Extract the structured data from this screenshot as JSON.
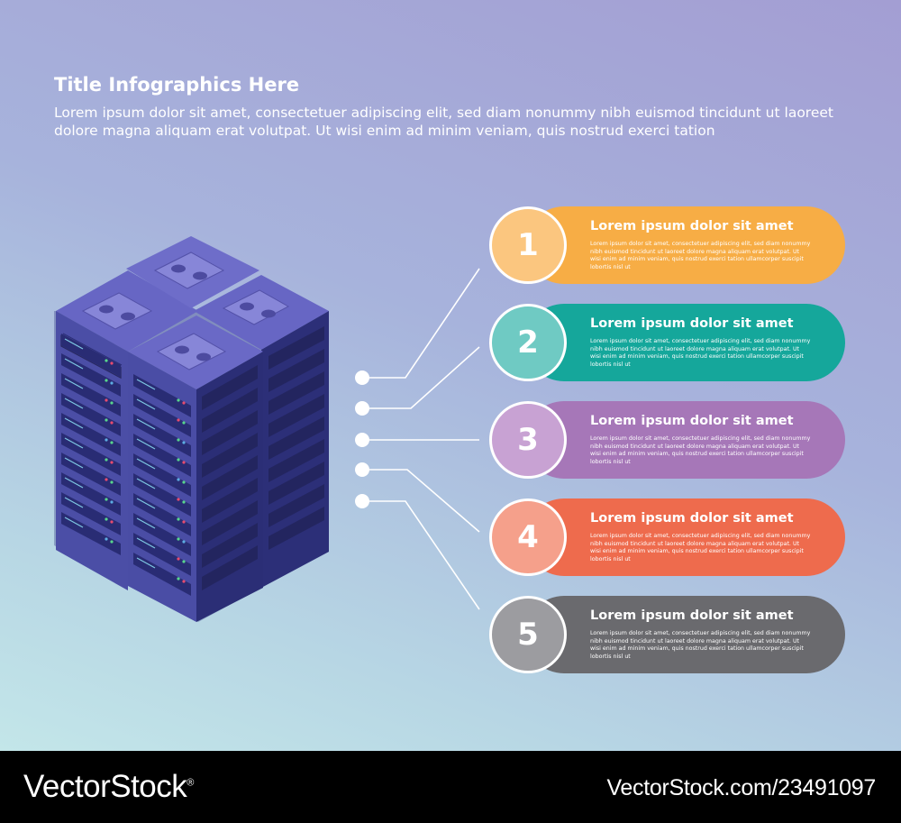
{
  "header": {
    "title": "Title Infographics Here",
    "subtitle": "Lorem ipsum dolor sit amet, consectetuer adipiscing elit, sed diam nonummy nibh euismod tincidunt ut laoreet dolore magna aliquam erat volutpat. Ut wisi enim ad minim veniam, quis nostrud exerci tation"
  },
  "illustration": {
    "icon": "server-rack-icon"
  },
  "steps": [
    {
      "number": "1",
      "heading": "Lorem ipsum dolor sit amet",
      "body": "Lorem ipsum dolor sit amet, consectetuer adipiscing elit, sed diam nonummy nibh euismod tincidunt ut laoreet dolore magna aliquam erat volutpat. Ut wisi enim ad minim veniam, quis nostrud exerci tation ullamcorper suscipit lobortis nisl ut",
      "color": "#f7ad45",
      "circle_color": "#fbc67f"
    },
    {
      "number": "2",
      "heading": "Lorem ipsum dolor sit amet",
      "body": "Lorem ipsum dolor sit amet, consectetuer adipiscing elit, sed diam nonummy nibh euismod tincidunt ut laoreet dolore magna aliquam erat volutpat. Ut wisi enim ad minim veniam, quis nostrud exerci tation ullamcorper suscipit lobortis nisl ut",
      "color": "#15a79b",
      "circle_color": "#6fcac3"
    },
    {
      "number": "3",
      "heading": "Lorem ipsum dolor sit amet",
      "body": "Lorem ipsum dolor sit amet, consectetuer adipiscing elit, sed diam nonummy nibh euismod tincidunt ut laoreet dolore magna aliquam erat volutpat. Ut wisi enim ad minim veniam, quis nostrud exerci tation ullamcorper suscipit lobortis nisl ut",
      "color": "#a677b8",
      "circle_color": "#c8a2d3"
    },
    {
      "number": "4",
      "heading": "Lorem ipsum dolor sit amet",
      "body": "Lorem ipsum dolor sit amet, consectetuer adipiscing elit, sed diam nonummy nibh euismod tincidunt ut laoreet dolore magna aliquam erat volutpat. Ut wisi enim ad minim veniam, quis nostrud exerci tation ullamcorper suscipit lobortis nisl ut",
      "color": "#ee6b4d",
      "circle_color": "#f5a08b"
    },
    {
      "number": "5",
      "heading": "Lorem ipsum dolor sit amet",
      "body": "Lorem ipsum dolor sit amet, consectetuer adipiscing elit, sed diam nonummy nibh euismod tincidunt ut laoreet dolore magna aliquam erat volutpat. Ut wisi enim ad minim veniam, quis nostrud exerci tation ullamcorper suscipit lobortis nisl ut",
      "color": "#6a6a6e",
      "circle_color": "#9c9ca0"
    }
  ],
  "footer": {
    "brand": "VectorStock",
    "registered_mark": "®",
    "url": "VectorStock.com/23491097"
  }
}
